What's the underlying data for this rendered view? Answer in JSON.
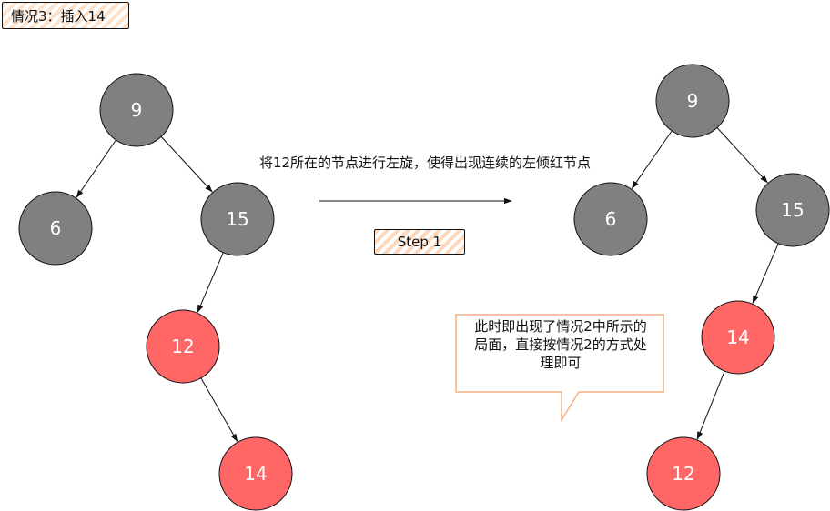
{
  "title": "情况3：插入14",
  "caption": "将12所在的节点进行左旋，使得出现连续的左倾红节点",
  "step_label": "Step 1",
  "callout": {
    "line1": "此时即出现了情况2中所示的",
    "line2": "局面，直接按情况2的方式处",
    "line3": "理即可"
  },
  "colors": {
    "black_node": "#808080",
    "red_node": "#ff6666",
    "callout_border": "#f4b183"
  },
  "left_tree": {
    "nodes": [
      {
        "id": "n9",
        "label": "9",
        "color": "black"
      },
      {
        "id": "n6",
        "label": "6",
        "color": "black"
      },
      {
        "id": "n15",
        "label": "15",
        "color": "black"
      },
      {
        "id": "n12",
        "label": "12",
        "color": "red"
      },
      {
        "id": "n14",
        "label": "14",
        "color": "red"
      }
    ],
    "edges": [
      [
        "n9",
        "n6"
      ],
      [
        "n9",
        "n15"
      ],
      [
        "n15",
        "n12"
      ],
      [
        "n12",
        "n14"
      ]
    ]
  },
  "right_tree": {
    "nodes": [
      {
        "id": "n9",
        "label": "9",
        "color": "black"
      },
      {
        "id": "n6",
        "label": "6",
        "color": "black"
      },
      {
        "id": "n15",
        "label": "15",
        "color": "black"
      },
      {
        "id": "n14",
        "label": "14",
        "color": "red"
      },
      {
        "id": "n12",
        "label": "12",
        "color": "red"
      }
    ],
    "edges": [
      [
        "n9",
        "n6"
      ],
      [
        "n9",
        "n15"
      ],
      [
        "n15",
        "n14"
      ],
      [
        "n14",
        "n12"
      ]
    ]
  }
}
